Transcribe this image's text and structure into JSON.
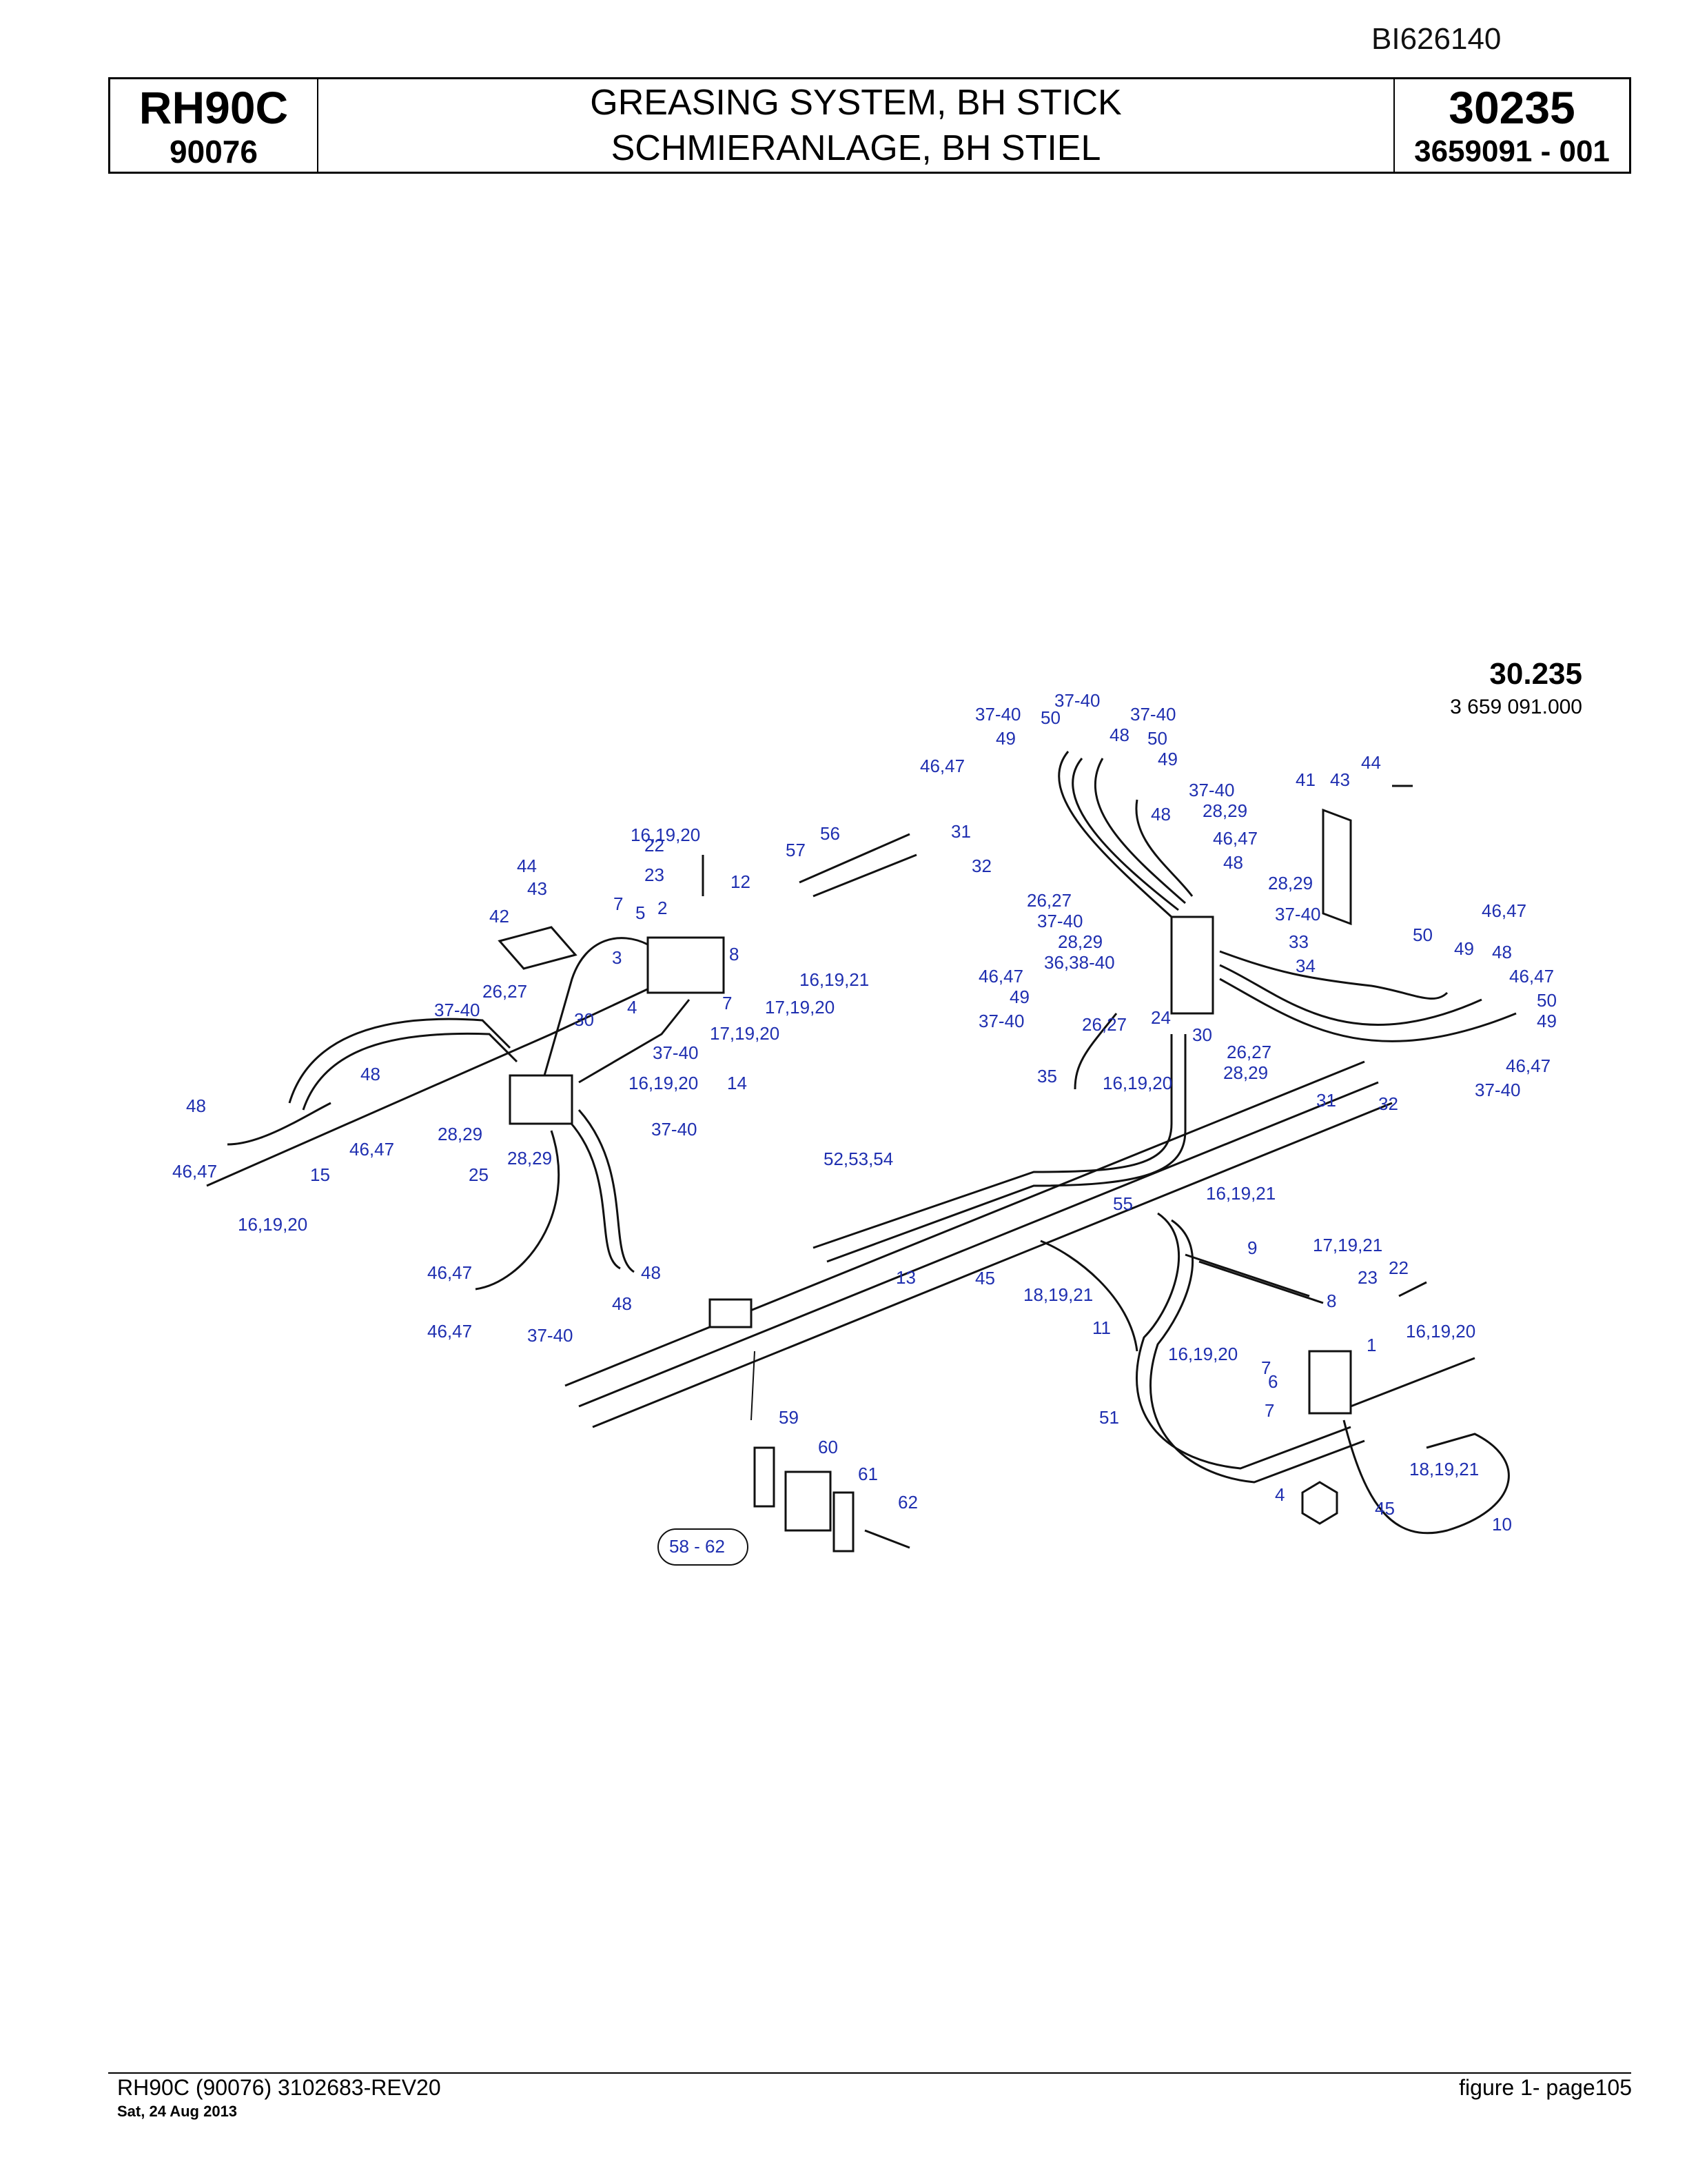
{
  "header": {
    "doc_id": "BI626140",
    "model": "RH90C",
    "serial": "90076",
    "title_en": "GREASING SYSTEM, BH STICK",
    "title_de": "SCHMIERANLAGE, BH STIEL",
    "group_number": "30235",
    "part_number": "3659091  - 001"
  },
  "figure": {
    "figure_number": "30.235",
    "figure_part_number": "3 659 091.000",
    "callouts": [
      "37-40",
      "50",
      "37-40",
      "37-40",
      "48",
      "50",
      "49",
      "49",
      "46,47",
      "37-40",
      "48",
      "28,29",
      "31",
      "46,47",
      "48",
      "32",
      "41",
      "43",
      "44",
      "28,29",
      "37-40",
      "26,27",
      "37-40",
      "28,29",
      "33",
      "36,38-40",
      "34",
      "46,47",
      "49",
      "37-40",
      "26,27",
      "24",
      "30",
      "26,27",
      "28,29",
      "35",
      "16,19,20",
      "31",
      "32",
      "46,47",
      "50",
      "49",
      "48",
      "46,47",
      "50",
      "49",
      "46,47",
      "37-40",
      "16,19,20",
      "22",
      "57",
      "56",
      "44",
      "23",
      "12",
      "43",
      "7",
      "5",
      "2",
      "42",
      "3",
      "8",
      "16,19,21",
      "26,27",
      "4",
      "7",
      "17,19,20",
      "37-40",
      "30",
      "17,19,20",
      "37-40",
      "14",
      "48",
      "16,19,20",
      "46,47",
      "28,29",
      "37-40",
      "48",
      "28,29",
      "25",
      "46,47",
      "15",
      "16,19,20",
      "52,53,54",
      "13",
      "16,19,21",
      "55",
      "9",
      "17,19,21",
      "45",
      "18,19,21",
      "22",
      "23",
      "8",
      "11",
      "16,19,20",
      "1",
      "16,19,20",
      "7",
      "6",
      "7",
      "51",
      "48",
      "46,47",
      "48",
      "46,47",
      "37-40",
      "59",
      "60",
      "61",
      "62",
      "4",
      "45",
      "18,19,21",
      "10",
      "58 - 62"
    ]
  },
  "footer": {
    "left": "RH90C (90076) 3102683-REV20",
    "date": "Sat, 24 Aug 2013",
    "right": "figure  1- page105"
  }
}
